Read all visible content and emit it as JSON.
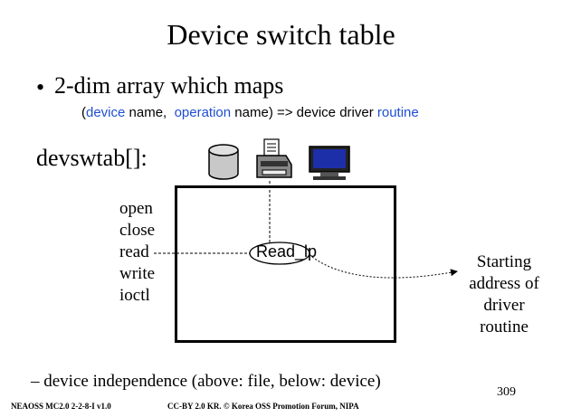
{
  "slide": {
    "title": "Device switch table",
    "bullet": "2-dim array which maps",
    "mapping": {
      "open_paren": "(",
      "device_word": "device",
      "name1": " name,  ",
      "operation_word": "operation",
      "name2": " name) => device driver ",
      "routine_word": "routine"
    },
    "table_label": "devswtab[]:",
    "operations": [
      "open",
      "close",
      "read",
      "write",
      "ioctl"
    ],
    "entry_label": "Read_lp",
    "annotation": [
      "Starting",
      "address of",
      "driver",
      "routine"
    ],
    "footnote": "–  device independence (above: file,  below: device)",
    "page_number": "309",
    "footer_left": "NEAOSS MC2.0 2-2-8-I v1.0",
    "footer_right": "CC-BY 2.0 KR. © Korea OSS Promotion Forum, NIPA"
  },
  "icons": [
    "disk-icon",
    "printer-icon",
    "monitor-icon"
  ],
  "colors": {
    "accent_blue": "#1f4fd0"
  }
}
